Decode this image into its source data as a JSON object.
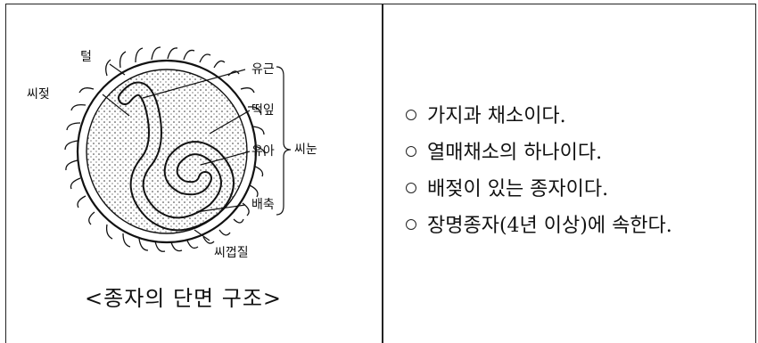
{
  "figure": {
    "labels": {
      "hair": "털",
      "cotyledon_side": "씨젖",
      "radicle": "유근",
      "plumule_leaf": "떡잎",
      "bud": "유아",
      "hypocotyl": "배축",
      "seed_coat": "씨껍질",
      "embryo": "씨눈"
    },
    "caption": "<종자의 단면 구조>"
  },
  "facts": [
    "가지과 채소이다.",
    "열매채소의 하나이다.",
    "배젖이 있는 종자이다.",
    "장명종자(4년 이상)에 속한다."
  ]
}
